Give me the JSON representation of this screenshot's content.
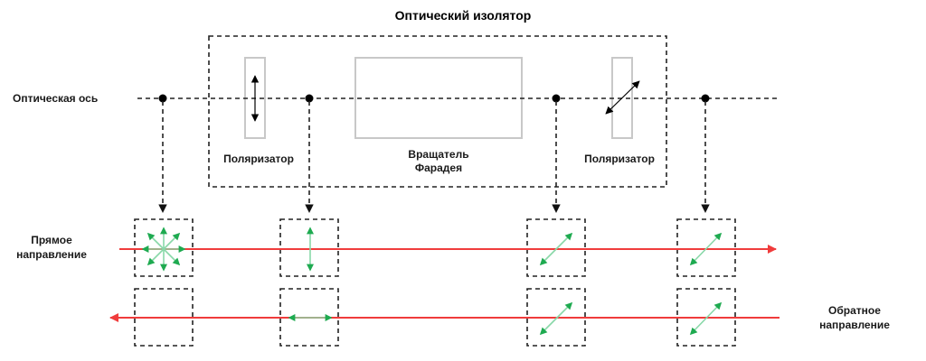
{
  "title": "Оптический изолятор",
  "labels": {
    "optical_axis": "Оптическая ось",
    "forward_line1": "Прямое",
    "forward_line2": "направление",
    "backward_line1": "Обратное",
    "backward_line2": "направление"
  },
  "components": [
    {
      "id": "polarizer-input",
      "label_lines": [
        "Поляризатор"
      ],
      "polarization": "vertical"
    },
    {
      "id": "faraday-rotator",
      "label_lines": [
        "Вращатель",
        "Фарадея"
      ]
    },
    {
      "id": "polarizer-output",
      "label_lines": [
        "Поляризатор"
      ],
      "polarization": "diagonal-45"
    }
  ],
  "probe_points": [
    {
      "position": "before-input-polarizer",
      "forward": "unpolarized",
      "backward": "blocked"
    },
    {
      "position": "after-input-polarizer",
      "forward": "vertical",
      "backward": "horizontal"
    },
    {
      "position": "after-faraday-rotator",
      "forward": "diagonal-45",
      "backward": "diagonal-45"
    },
    {
      "position": "after-output-polarizer",
      "forward": "diagonal-45",
      "backward": "diagonal-45"
    }
  ],
  "colors": {
    "beam": "#f03c3c",
    "polarization": "#22aa55",
    "element_border": "#c8c8c8",
    "dashed_lines": "#222222"
  }
}
